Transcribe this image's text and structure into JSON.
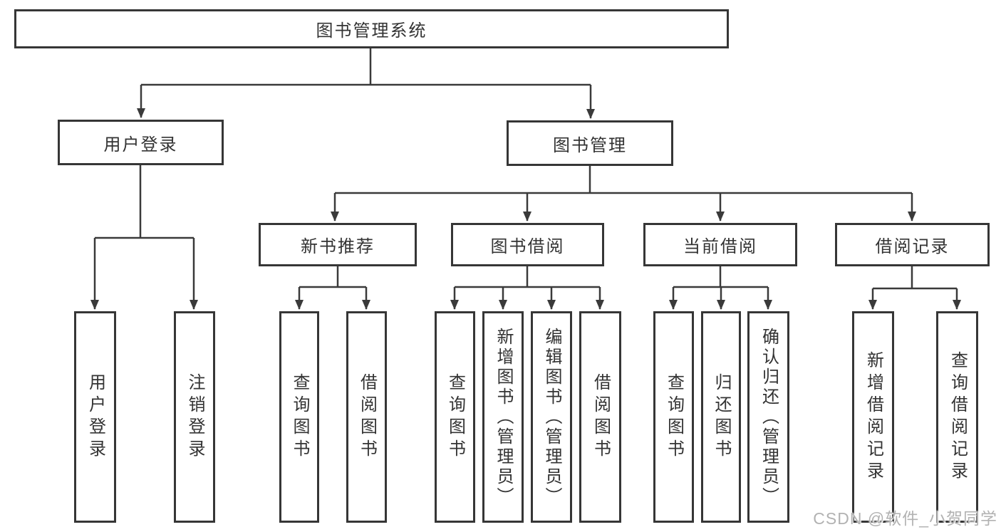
{
  "diagram_title": "图书管理系统",
  "nodes": {
    "root": "图书管理系统",
    "user_login": "用户登录",
    "book_mgmt": "图书管理",
    "new_book_rec": "新书推荐",
    "book_borrow": "图书借阅",
    "current_borrow": "当前借阅",
    "borrow_records": "借阅记录",
    "ul_leaf_login": "用户登录",
    "ul_leaf_logout": "注销登录",
    "nbr_leaf_query": "查询图书",
    "nbr_leaf_borrow": "借阅图书",
    "bb_leaf_query": "查询图书",
    "bb_leaf_add": "新增图书（管理员）",
    "bb_leaf_edit": "编辑图书（管理员）",
    "bb_leaf_borrow": "借阅图书",
    "cb_leaf_query": "查询图书",
    "cb_leaf_return": "归还图书",
    "cb_leaf_confirm": "确认归还（管理员）",
    "br_leaf_add": "新增借阅记录",
    "br_leaf_query": "查询借阅记录"
  },
  "hierarchy": {
    "label": "图书管理系统",
    "children": [
      {
        "label": "用户登录",
        "children": [
          {
            "label": "用户登录"
          },
          {
            "label": "注销登录"
          }
        ]
      },
      {
        "label": "图书管理",
        "children": [
          {
            "label": "新书推荐",
            "children": [
              {
                "label": "查询图书"
              },
              {
                "label": "借阅图书"
              }
            ]
          },
          {
            "label": "图书借阅",
            "children": [
              {
                "label": "查询图书"
              },
              {
                "label": "新增图书（管理员）"
              },
              {
                "label": "编辑图书（管理员）"
              },
              {
                "label": "借阅图书"
              }
            ]
          },
          {
            "label": "当前借阅",
            "children": [
              {
                "label": "查询图书"
              },
              {
                "label": "归还图书"
              },
              {
                "label": "确认归还（管理员）"
              }
            ]
          },
          {
            "label": "借阅记录",
            "children": [
              {
                "label": "新增借阅记录"
              },
              {
                "label": "查询借阅记录"
              }
            ]
          }
        ]
      }
    ]
  },
  "watermark": {
    "text": "CSDN @软件_小贺同学"
  },
  "colors": {
    "background": "#ffffff",
    "box_border": "#363636",
    "line": "#3a3a3a",
    "text": "#333333",
    "watermark": "#b2b2b2"
  }
}
